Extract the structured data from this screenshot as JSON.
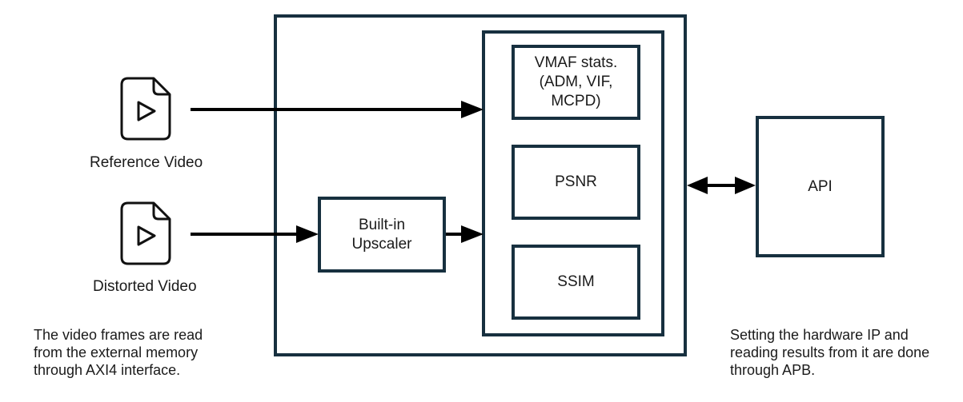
{
  "inputs": [
    {
      "label": "Reference Video",
      "icon": "video-file-icon"
    },
    {
      "label": "Distorted Video",
      "icon": "video-file-icon"
    }
  ],
  "blocks": {
    "upscaler": "Built-in\nUpscaler",
    "metrics": [
      {
        "label": "VMAF stats.\n(ADM, VIF,\nMCPD)"
      },
      {
        "label": "PSNR"
      },
      {
        "label": "SSIM"
      }
    ],
    "api": "API"
  },
  "notes": {
    "left": "The video frames are read from the external memory through AXI4 interface.",
    "right": "Setting the hardware IP and reading results from it are done through APB."
  },
  "colors": {
    "box_border": "#17303f",
    "arrow": "#000000"
  }
}
